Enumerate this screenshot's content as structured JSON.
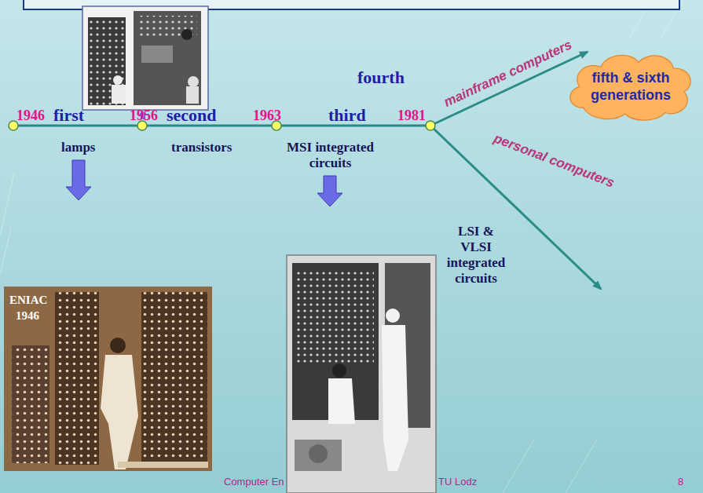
{
  "diagram": {
    "nodes": [
      {
        "text": [
          "fifth & sixth generations"
        ]
      }
    ],
    "labels": [
      "1946",
      "first",
      "1956",
      "second",
      "1963",
      "third",
      "1981",
      "fourth",
      "lamps",
      "transistors",
      "MSI integrated circuits",
      "LSI & VLSI integrated circuits",
      "mainframe computers",
      "personal computers",
      "ENIAC",
      "1946",
      "Computer En",
      "TU Lodz",
      "8"
    ]
  }
}
